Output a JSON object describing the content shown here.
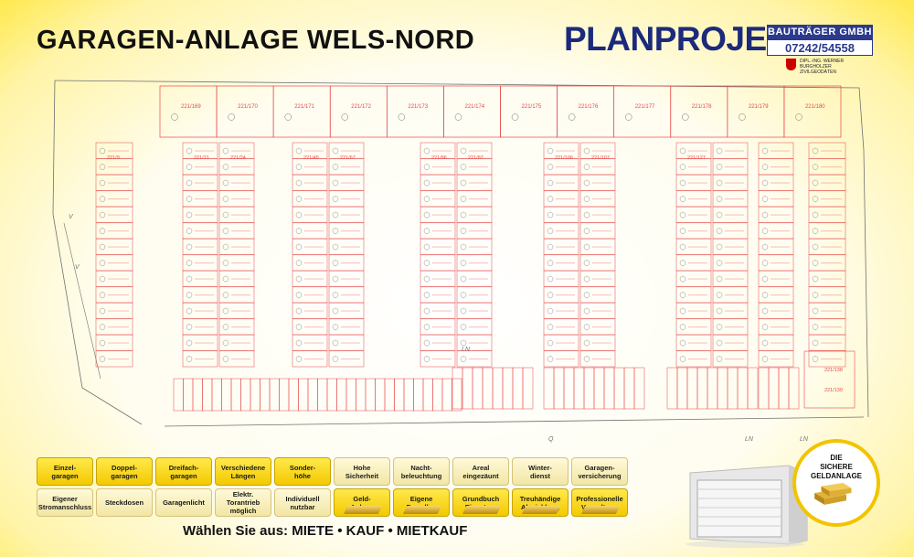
{
  "title": "GARAGEN-ANLAGE WELS-NORD",
  "logo": {
    "main": "PLANPROJEKT",
    "company": "BAUTRÄGER GMBH",
    "phone": "07242/54558",
    "sub_lines": [
      "DIPL.-ING. WERNER",
      "BURGHOLZER",
      "ZIVILGEODÄTEN"
    ]
  },
  "features": [
    [
      {
        "label": "Einzel-\ngaragen",
        "style": "y"
      },
      {
        "label": "Doppel-\ngaragen",
        "style": "y"
      },
      {
        "label": "Dreifach-\ngaragen",
        "style": "y"
      },
      {
        "label": "Verschiedene\nLängen",
        "style": "y"
      },
      {
        "label": "Sonder-\nhöhe",
        "style": "y"
      },
      {
        "label": "Hohe\nSicherheit",
        "style": "w"
      },
      {
        "label": "Nacht-\nbeleuchtung",
        "style": "w"
      },
      {
        "label": "Areal\neingezäunt",
        "style": "w"
      },
      {
        "label": "Winter-\ndienst",
        "style": "w"
      },
      {
        "label": "Garagen-\nversicherung",
        "style": "w"
      }
    ],
    [
      {
        "label": "Eigener\nStromanschluss",
        "style": "w"
      },
      {
        "label": "Steckdosen",
        "style": "w"
      },
      {
        "label": "Garagenlicht",
        "style": "w"
      },
      {
        "label": "Elektr. Torantrieb\nmöglich",
        "style": "w"
      },
      {
        "label": "Individuell\nnutzbar",
        "style": "w"
      },
      {
        "label": "Geld-\nAnlage",
        "style": "y",
        "gold": true
      },
      {
        "label": "Eigene\nParzellen",
        "style": "y",
        "gold": true
      },
      {
        "label": "Grundbuch\nEigentum",
        "style": "y",
        "gold": true
      },
      {
        "label": "Treuhändige\nAbwicklung",
        "style": "y",
        "gold": true
      },
      {
        "label": "Professionelle\nVerwaltung",
        "style": "y",
        "gold": true
      }
    ]
  ],
  "choose_text": "Wählen Sie aus: MIETE • KAUF • MIETKAUF",
  "badge": "DIE\nSICHERE\nGELDANLAGE",
  "plan": {
    "top_parcels": [
      "221/169",
      "221/170",
      "221/171",
      "221/172",
      "221/173",
      "221/174",
      "221/175",
      "221/176",
      "221/177",
      "221/178",
      "221/179",
      "221/180"
    ],
    "row_parcels": [
      "221/9",
      "221/21",
      "221/24",
      "221/45",
      "221/67",
      "221/86",
      "221/87",
      "221/106",
      "221/107",
      "221/127"
    ],
    "side_labels": [
      "V",
      "LN",
      "LN",
      "Q",
      "V",
      "LN"
    ],
    "bottom_parcels": [
      "221/138",
      "221/139"
    ]
  },
  "colors": {
    "plan_line": "#e54848",
    "plan_grey": "#707070",
    "logo_blue": "#1b2a7a",
    "yellow": "#f3c900"
  }
}
